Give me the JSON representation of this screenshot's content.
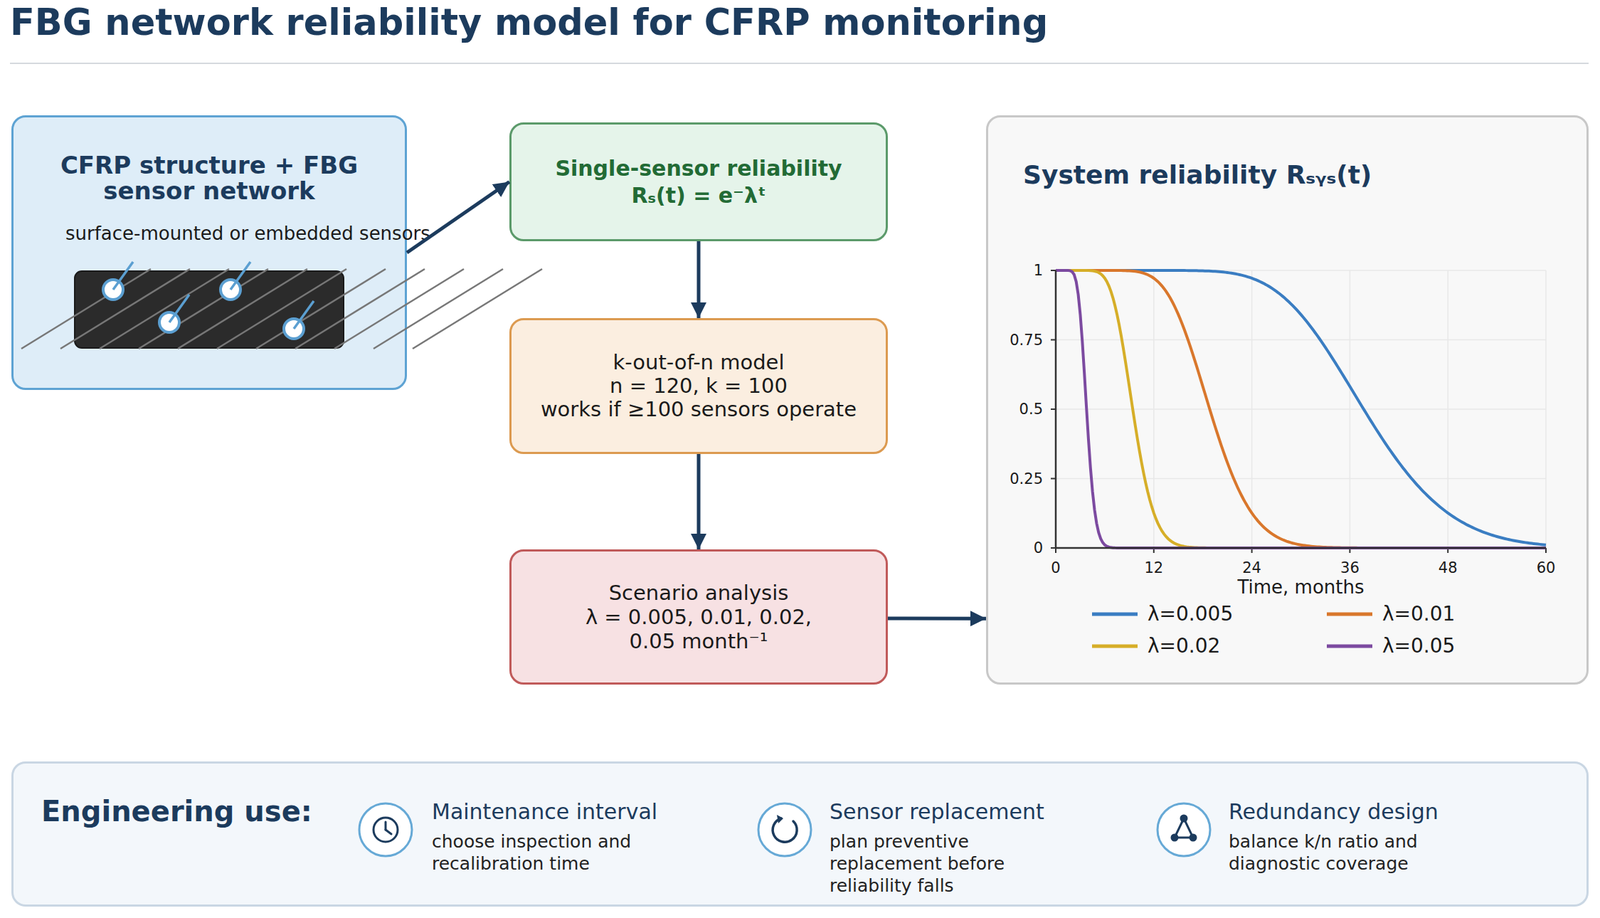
{
  "diagram": {
    "title": "FBG network reliability model for CFRP monitoring",
    "nodes": [
      {
        "text": [
          "CFRP structure + FBG sensor network",
          "surface-mounted or embedded sensors"
        ]
      },
      {
        "text": [
          "Single-sensor reliability",
          "Rₛ(t) = e⁻λᵗ"
        ]
      },
      {
        "text": [
          "k-out-of-n model",
          "n = 120, k = 100",
          "works if ≥100 sensors operate"
        ]
      },
      {
        "text": [
          "Scenario analysis",
          "λ = 0.005, 0.01, 0.02, 0.05 month⁻¹"
        ]
      },
      {
        "text": [
          "System reliability Rₛᵧₛ(t)"
        ]
      },
      {
        "text": [
          "Engineering use:",
          "Maintenance interval",
          "choose inspection and recalibration time",
          "Sensor replacement",
          "plan preventive replacement before reliability falls",
          "Redundancy design",
          "balance k/n ratio and diagnostic coverage"
        ]
      }
    ],
    "edges": [
      {
        "from": 0,
        "to": 1,
        "arrow": "to"
      },
      {
        "from": 1,
        "to": 2,
        "arrow": "to"
      },
      {
        "from": 2,
        "to": 3,
        "arrow": "to"
      },
      {
        "from": 3,
        "to": 4,
        "arrow": "to"
      }
    ],
    "labels": [
      "1",
      "0.75",
      "0.5",
      "0.25",
      "0",
      "0",
      "12",
      "24",
      "36",
      "48",
      "60",
      "Time, months"
    ],
    "legend": [
      {
        "text": "λ=0.005"
      },
      {
        "text": "λ=0.01"
      },
      {
        "text": "λ=0.02"
      },
      {
        "text": "λ=0.05"
      }
    ]
  }
}
